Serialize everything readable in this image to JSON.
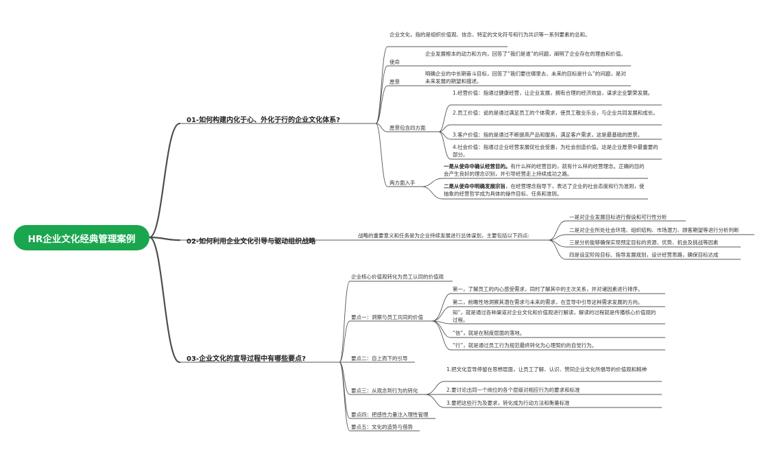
{
  "root": "HR企业文化经典管理案例",
  "b1": {
    "title": "01-如何构建内化于心、外化于行的企业文化体系?",
    "def": "企业文化，指的是组织价值观、信念、特定的文化符号和行为共识等一系列要素的总和。",
    "mission_label": "使命",
    "mission_text": "企业发展根本的动力和方向，回答了“我们是谁”的问题，阐明了企业存在的理由和价值。",
    "vision_label": "愿景",
    "vision_text": "明确企业的中长期奋斗目标，回答了“我们要往哪里去、未来的目标是什么”的问题，是对未来发展的期望和描述。",
    "four_label": "愿景包含四方面",
    "four": [
      "1.经营价值：指通过健康经营，让企业发展，拥有合理的经济效益，谋求企业繁荣发展。",
      "2.员工价值：说的是通过满足员工的个体需求，使员工敬业乐业，与企业共同发展和成长。",
      "3.客户价值：指的是通过不断提高产品和服务，满足客户需求，这是最基础的愿景。",
      "4.社会价值：指通过企业经营发展促社会受惠，为社会创造价值。这是企业愿景中最重要的部分。"
    ],
    "two_label": "两方面入手",
    "two1_bold": "一是从使命中确认经营目的。",
    "two1_rest": "有什么样的经营目的，就有什么样的经营理念。正确的目的会产生良好的理念识别，并引导经营走上持续成功之路。",
    "two2_bold": "二是从使命中明确发展宗旨",
    "two2_rest": "，在经营理念指导下，表达了企业的社会态度和行为准则，使抽象的经营哲学成为具体的操作目标、任务和准则。"
  },
  "b2": {
    "title": "02-如何利用企业文化引导与驱动组织战略",
    "desc": "战略的重要意义和任务是为企业持续发展进行总体谋划，主要包括以下四点:",
    "points": [
      "一是对企业发展目标进行假设和可行性分析",
      "二是对企业所处社会环境、组织结构、市场潜力、顾客期望等进行分析判断",
      "三是分析能够确保实现预定目标的资源、优势、机会及挑战等因素",
      "四是设定阶段目标、指导发展规划，设计经营思路，确保目标达成"
    ]
  },
  "b3": {
    "title": "03-企业文化的宣导过程中有哪些要点?",
    "core": "企业核心价值观转化为员工认同的价值观",
    "k1": "要点一：洞察与员工共同的价值",
    "k1_items": [
      "第一，了解员工的内心感受需求，同时了解其中的主次关系，并对诸因素进行排序。",
      "第二，前瞻性地洞察其潜在需求与未来的需求，在宣导中引导这种需求发展的方向。",
      "知”，就是通过各种渠道对企业文化和价值观进行解读，解读的过程就是传播核心价值观的过程。",
      "“信”，就是在制度层面的落地。",
      "“行”，就是通过员工行为规范最终转化为心理契约的自觉行为。"
    ],
    "k2": "要点二：自上而下的引导",
    "k3": "要点三：从观念到行为的转化",
    "k3_items": [
      "1.把文化宣导停留在思想层面，让员工了解、认识、赞同企业文化所倡导的价值观和精神",
      "2.要讨论出同一个岗位的各个层级对相应行为的要求和标准",
      "3.要把这些行为及要求，转化成为行动方法和衡量标准"
    ],
    "k4": "要点四：把感性力量注入理性管理",
    "k5": "要点五：文化的造势与借势"
  },
  "colors": {
    "root": "#1aa64e",
    "main_line": "#4d4d4d",
    "thin_line": "#555555"
  }
}
